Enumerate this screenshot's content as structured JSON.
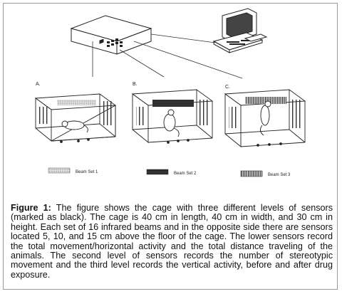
{
  "figure": {
    "panels": [
      {
        "label": "A."
      },
      {
        "label": "B."
      },
      {
        "label": "C."
      }
    ],
    "legend": [
      {
        "label": "Beam Set 1",
        "pattern": "stipple"
      },
      {
        "label": "Beam Set 2",
        "pattern": "dark-horizontal"
      },
      {
        "label": "Beam Set 3",
        "pattern": "vertical-lines"
      }
    ]
  },
  "caption": {
    "lead": "Figure 1:",
    "text": "The figure shows the cage with three different levels of sensors (marked as black). The cage is 40 cm in length, 40 cm in width, and 30 cm in height. Each set of 16 infrared beams and in the opposite side there are sensors located 5, 10, and 15 cm above the floor of the cage.  The lower sensors record the total movement/horizontal activity and the total distance traveling of the animals. The second level of sensors records the number of stereotypic movement and the third level records the vertical activity, before and after drug exposure."
  }
}
